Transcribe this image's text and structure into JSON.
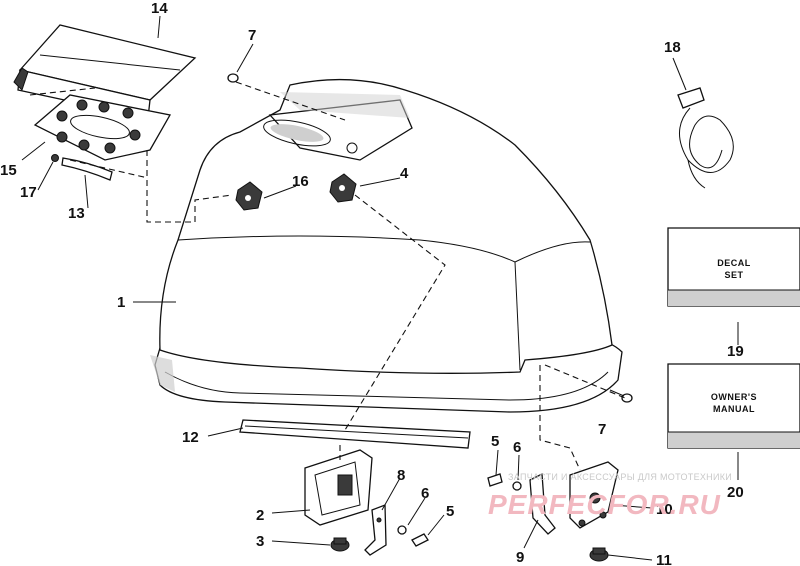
{
  "callouts": {
    "c1": "1",
    "c2": "2",
    "c3": "3",
    "c4": "4",
    "c5a": "5",
    "c5b": "5",
    "c6a": "6",
    "c6b": "6",
    "c7a": "7",
    "c7b": "7",
    "c8": "8",
    "c9": "9",
    "c10": "10",
    "c11": "11",
    "c12": "12",
    "c13": "13",
    "c14": "14",
    "c15": "15",
    "c16": "16",
    "c17": "17",
    "c18": "18",
    "c19": "19",
    "c20": "20"
  },
  "boxes": {
    "decal_line1": "DECAL",
    "decal_line2": "SET",
    "manual_line1": "OWNER'S",
    "manual_line2": "MANUAL"
  },
  "watermark": {
    "text_small": "ЗАПЧАСТИ И АКСЕССУАРЫ ДЛЯ МОТОТЕХНИКИ",
    "text_big": "PERFECFOR.RU"
  },
  "colors": {
    "line": "#111111",
    "watermark_small": "#c9c9c9",
    "watermark_big": "#f2b8c0"
  }
}
